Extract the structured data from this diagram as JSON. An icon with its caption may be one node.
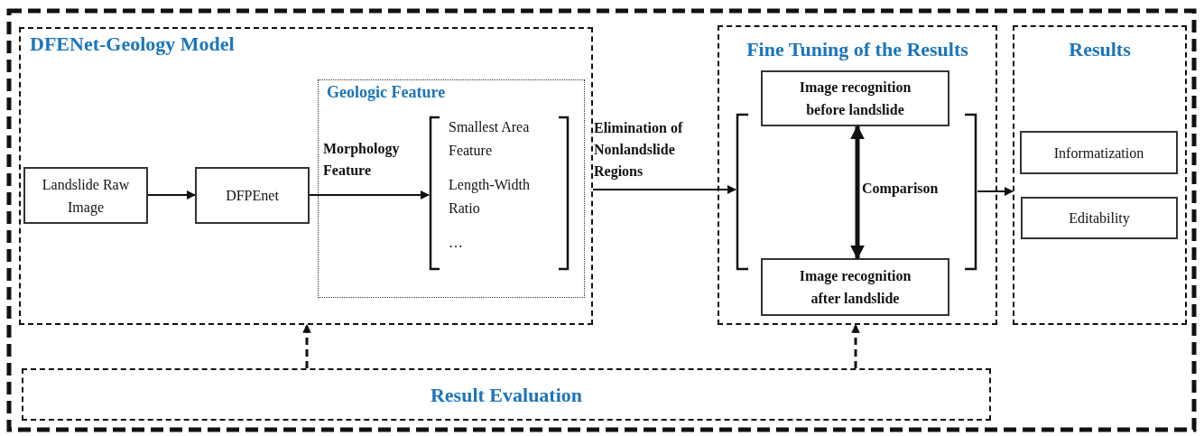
{
  "diagram": {
    "nodes": [
      {
        "text": [
          "DFENet-Geology Model"
        ]
      },
      {
        "text": [
          "Landslide Raw Image"
        ],
        "in": 0
      },
      {
        "text": [
          "DFPEnet"
        ],
        "in": 0
      },
      {
        "text": [
          "Geologic Feature"
        ],
        "in": 0
      },
      {
        "text": [
          "Smallest Area Feature",
          "Length-Width Ratio",
          "…"
        ],
        "in": 3
      },
      {
        "text": [
          "Fine Tuning of the Results"
        ]
      },
      {
        "text": [],
        "shape": "bracket",
        "in": 5
      },
      {
        "text": [],
        "shape": "bracket",
        "in": 5
      },
      {
        "text": [
          "Image recognition before landslide"
        ],
        "in": 5
      },
      {
        "text": [
          "Image recognition after landslide"
        ],
        "in": 5
      },
      {
        "text": [
          "Results"
        ]
      },
      {
        "text": [
          "Informatization"
        ],
        "in": 10
      },
      {
        "text": [
          "Editability"
        ],
        "in": 10
      },
      {
        "text": [
          "Result Evaluation"
        ]
      }
    ],
    "edges": [
      {
        "from": 1,
        "to": 2,
        "arrow": "to"
      },
      {
        "from": 2,
        "to": 4,
        "arrow": "to",
        "label": "Morphology Feature"
      },
      {
        "from": 0,
        "to": 6,
        "arrow": "to",
        "label": "Elimination of Nonlandslide Regions"
      },
      {
        "from": 8,
        "to": 9,
        "arrow": "both",
        "label": "Comparison",
        "style": "thick"
      },
      {
        "from": 7,
        "to": 10,
        "arrow": "to"
      },
      {
        "from": 13,
        "to": 0,
        "arrow": "to",
        "style": "dashed"
      },
      {
        "from": 13,
        "to": 5,
        "arrow": "to",
        "style": "dashed"
      }
    ]
  }
}
